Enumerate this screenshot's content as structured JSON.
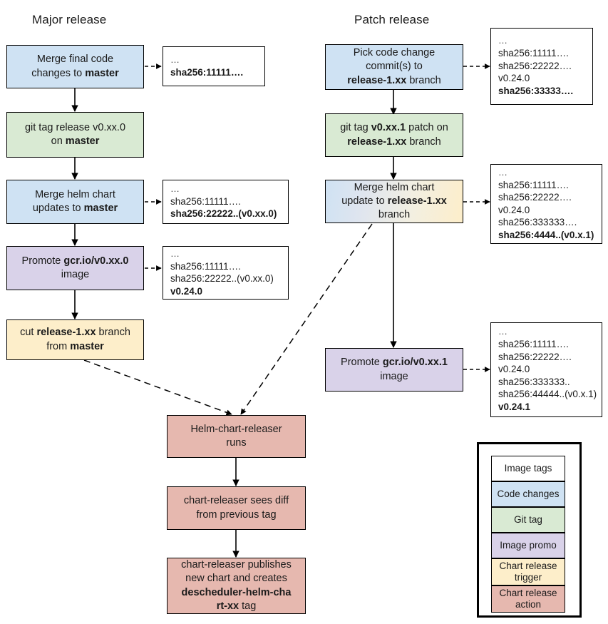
{
  "columns": {
    "major": {
      "title": "Major release"
    },
    "patch": {
      "title": "Patch release"
    }
  },
  "nodes": {
    "major_merge_code": {
      "line1": "Merge final code",
      "line2_pre": "changes to ",
      "line2_bold": "master"
    },
    "major_git_tag": {
      "line1": "git tag release v0.xx.0",
      "line2_pre": "on ",
      "line2_bold": "master"
    },
    "major_merge_helm": {
      "line1": "Merge helm chart",
      "line2_pre": "updates to ",
      "line2_bold": "master"
    },
    "major_promote": {
      "line1_pre": "Promote ",
      "line1_bold": "gcr.io/v0.xx.0",
      "line2": "image"
    },
    "major_cut_branch": {
      "line1_pre": "cut ",
      "line1_bold": "release-1.xx",
      "line1_post": " branch",
      "line2_pre": "from ",
      "line2_bold": "master"
    },
    "patch_pick_commits": {
      "line1": "Pick code change",
      "line2": "commit(s) to",
      "line3_bold": "release-1.xx",
      "line3_post": " branch"
    },
    "patch_git_tag": {
      "line1_pre": "git tag ",
      "line1_bold": "v0.xx.1",
      "line1_post": " patch on",
      "line2_bold": "release-1.xx",
      "line2_post": " branch"
    },
    "patch_merge_helm": {
      "line1": "Merge helm chart",
      "line2_pre": "update to ",
      "line2_bold": "release-1.xx",
      "line3": "branch"
    },
    "patch_promote": {
      "line1_pre": "Promote ",
      "line1_bold": "gcr.io/v0.xx.1",
      "line2": "image"
    },
    "cr_runs": {
      "line1": "Helm-chart-releaser",
      "line2": "runs"
    },
    "cr_diff": {
      "line1": "chart-releaser sees diff",
      "line2": "from previous tag"
    },
    "cr_publish": {
      "line1": "chart-releaser publishes",
      "line2": "new chart and creates",
      "line3_bold": "descheduler-helm-cha",
      "line4_bold": "rt-xx",
      "line4_post": " tag"
    }
  },
  "notes": {
    "note_major_1": {
      "lines": [
        {
          "t": "…",
          "b": false,
          "dots": true
        },
        {
          "t": "sha256:11111….",
          "b": true
        }
      ]
    },
    "note_major_2": {
      "lines": [
        {
          "t": "…",
          "b": false,
          "dots": true
        },
        {
          "t": "sha256:11111….",
          "b": false
        },
        {
          "t": "sha256:22222..(v0.xx.0)",
          "b": true
        }
      ]
    },
    "note_major_3": {
      "lines": [
        {
          "t": "…",
          "b": false,
          "dots": true
        },
        {
          "t": "sha256:11111….",
          "b": false
        },
        {
          "t": "sha256:22222..(v0.xx.0)",
          "b": false
        },
        {
          "t": "v0.24.0",
          "b": true
        }
      ]
    },
    "note_patch_1": {
      "lines": [
        {
          "t": "…",
          "b": false,
          "dots": true
        },
        {
          "t": "sha256:11111….",
          "b": false
        },
        {
          "t": "sha256:22222….",
          "b": false
        },
        {
          "t": "v0.24.0",
          "b": false
        },
        {
          "t": "sha256:33333….",
          "b": true
        }
      ]
    },
    "note_patch_2": {
      "lines": [
        {
          "t": "…",
          "b": false,
          "dots": true
        },
        {
          "t": "sha256:11111….",
          "b": false
        },
        {
          "t": "sha256:22222….",
          "b": false
        },
        {
          "t": "v0.24.0",
          "b": false
        },
        {
          "t": "sha256:333333….",
          "b": false
        },
        {
          "t": "sha256:4444..(v0.x.1)",
          "b": true
        }
      ]
    },
    "note_patch_3": {
      "lines": [
        {
          "t": "…",
          "b": false,
          "dots": true
        },
        {
          "t": "sha256:11111….",
          "b": false
        },
        {
          "t": "sha256:22222….",
          "b": false
        },
        {
          "t": "v0.24.0",
          "b": false
        },
        {
          "t": "sha256:333333..",
          "b": false
        },
        {
          "t": "sha256:44444..(v0.x.1)",
          "b": false
        },
        {
          "t": "v0.24.1",
          "b": true
        }
      ]
    }
  },
  "legend": {
    "items": [
      {
        "label": "Image tags",
        "color": "#ffffff",
        "key": "image-tags"
      },
      {
        "label": "Code changes",
        "color": "#cfe2f3",
        "key": "code-changes"
      },
      {
        "label": "Git tag",
        "color": "#d9ead3",
        "key": "git-tag"
      },
      {
        "label": "Image promo",
        "color": "#d9d2e9",
        "key": "image-promo"
      },
      {
        "label": "Chart release trigger",
        "color": "#fdeeca",
        "key": "chart-release-trigger"
      },
      {
        "label": "Chart release action",
        "color": "#e6b8af",
        "key": "chart-release-action"
      }
    ]
  },
  "colors": {
    "code_changes": "#cfe2f3",
    "git_tag": "#d9ead3",
    "image_promo": "#d9d2e9",
    "chart_release_trigger": "#fdeeca",
    "chart_release_action": "#e6b8af",
    "image_tags": "#ffffff",
    "stroke": "#000000",
    "background": "#ffffff"
  }
}
